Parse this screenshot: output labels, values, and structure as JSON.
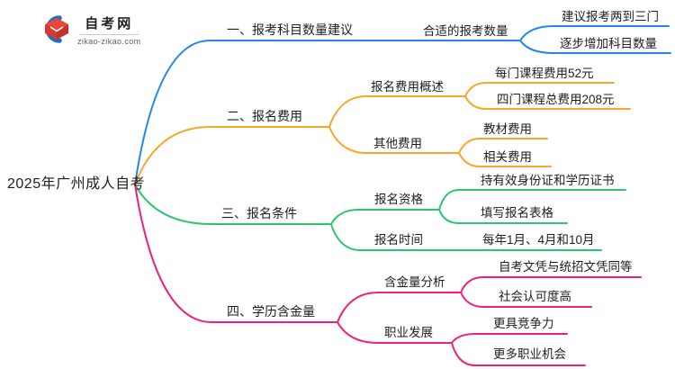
{
  "logo": {
    "title": "自考网",
    "domain": "zikao-zikao.com",
    "icon": "graduation-cap-icon"
  },
  "colors": {
    "blue": "#2287F0",
    "orange": "#F9A62B",
    "green": "#2EC46F",
    "pink": "#F0207C",
    "text": "#1E1E1E",
    "logo_blue": "#1E6FC0",
    "logo_red_top": "#E8463C",
    "logo_red_left": "#D63A2E",
    "logo_red_right": "#C2342A"
  },
  "root": {
    "label": "2025年广州成人自考"
  },
  "branches": [
    {
      "label": "一、报考科目数量建议",
      "color": "#2287F0",
      "children": [
        {
          "label": "合适的报考数量",
          "children": [
            {
              "label": "建议报考两到三门"
            },
            {
              "label": "逐步增加科目数量"
            }
          ]
        }
      ]
    },
    {
      "label": "二、报名费用",
      "color": "#F9A62B",
      "children": [
        {
          "label": "报名费用概述",
          "children": [
            {
              "label": "每门课程费用52元"
            },
            {
              "label": "四门课程总费用208元"
            }
          ]
        },
        {
          "label": "其他费用",
          "children": [
            {
              "label": "教材费用"
            },
            {
              "label": "相关费用"
            }
          ]
        }
      ]
    },
    {
      "label": "三、报名条件",
      "color": "#2EC46F",
      "children": [
        {
          "label": "报名资格",
          "children": [
            {
              "label": "持有效身份证和学历证书"
            },
            {
              "label": "填写报名表格"
            }
          ]
        },
        {
          "label": "报名时间",
          "children": [
            {
              "label": "每年1月、4月和10月"
            }
          ]
        }
      ]
    },
    {
      "label": "四、学历含金量",
      "color": "#F0207C",
      "children": [
        {
          "label": "含金量分析",
          "children": [
            {
              "label": "自考文凭与统招文凭同等"
            },
            {
              "label": "社会认可度高"
            }
          ]
        },
        {
          "label": "职业发展",
          "children": [
            {
              "label": "更具竞争力"
            },
            {
              "label": "更多职业机会"
            }
          ]
        }
      ]
    }
  ]
}
